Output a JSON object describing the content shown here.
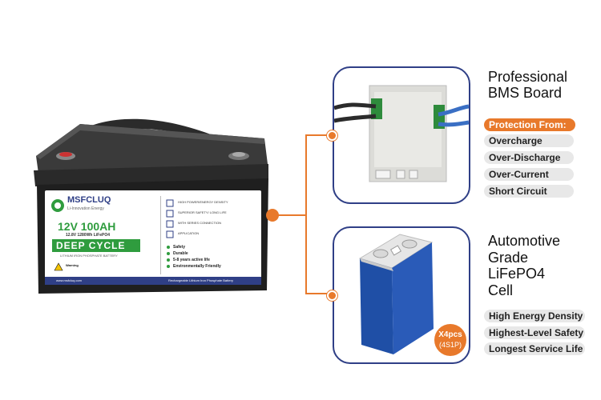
{
  "battery": {
    "brand": "MSFCLUQ",
    "brand_tagline": "Li-Innovation Energy",
    "capacity_title": "12V 100AH",
    "capacity_sub": "12.8V 1280Wh LiFePO4",
    "deep_cycle": "DEEP CYCLE",
    "deep_cycle_sub": "LITHIUM IRON PHOSPHATE BATTERY",
    "features": [
      "Safety",
      "Durable",
      "5-8 years active life",
      "Environmentally Friendly"
    ],
    "checklist": [
      "HIGH POWER/ENERGY DENSITY",
      "SUPERIOR SAFETY/ LONG LIFE",
      "WITH SERIES CONNECTION",
      "APPLICATION"
    ],
    "warning_title": "Warning",
    "footer_left": "www.msfcluq.com",
    "footer_right": "Rechargeable Lithium Iron Phosphate Battery"
  },
  "bms": {
    "heading_line1": "Professional",
    "heading_line2": "BMS Board",
    "protection_label": "Protection From:",
    "protections": [
      "Overcharge",
      "Over-Discharge",
      "Over-Current",
      "Short Circuit"
    ]
  },
  "cell": {
    "heading_line1": "Automotive",
    "heading_line2": "Grade",
    "heading_line3": "LiFePO4",
    "heading_line4": "Cell",
    "badge_count": "X4pcs",
    "badge_config": "(4S1P)",
    "benefits": [
      "High Energy Density",
      "Highest-Level Safety",
      "Longest Service Life"
    ]
  },
  "colors": {
    "accent_orange": "#e8792b",
    "panel_border": "#2f3f86",
    "battery_label_green": "#2f9c3e",
    "cell_blue": "#2a5bb8"
  }
}
